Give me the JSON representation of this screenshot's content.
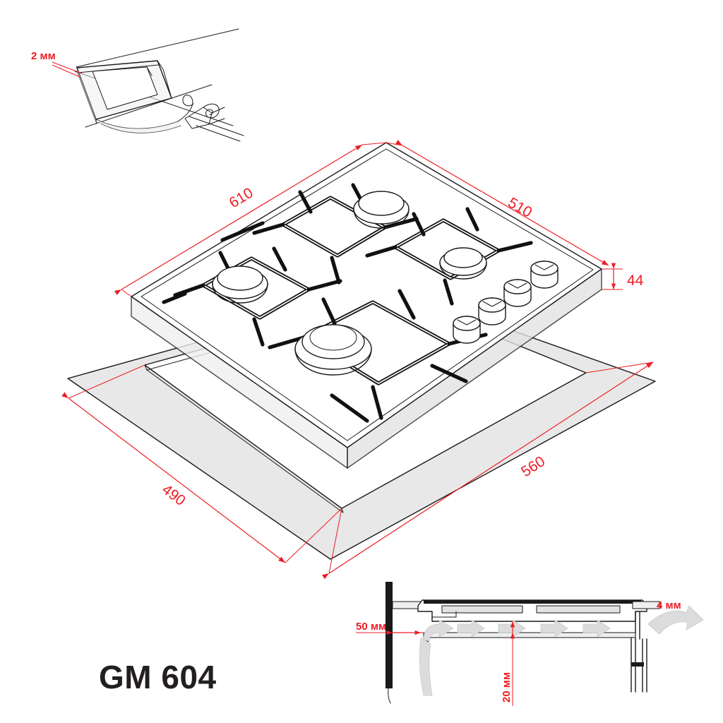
{
  "document": {
    "type": "technical-installation-drawing",
    "product_model": "GM 604",
    "product_type": "4-burner gas cooktop",
    "units": "mm",
    "background_color": "#ffffff",
    "dimension_color": "#ee1c24",
    "line_color": "#1a1a1a"
  },
  "model_label": {
    "text": "GM 604"
  },
  "detail_top_left": {
    "name": "edge-seal-detail",
    "dimension": "2 мм"
  },
  "main_view": {
    "name": "isometric-exploded-view",
    "dimensions": {
      "width_front": "610",
      "depth_side": "510",
      "height": "44",
      "cutout_depth": "490",
      "cutout_width": "560"
    },
    "burners": [
      {
        "name": "rear-left-burner",
        "size": "medium"
      },
      {
        "name": "rear-right-burner",
        "size": "small"
      },
      {
        "name": "front-left-burner",
        "size": "medium"
      },
      {
        "name": "front-right-burner",
        "size": "large-wok"
      }
    ],
    "knob_count": 4
  },
  "detail_bottom_right": {
    "name": "installation-cross-section",
    "dimensions": {
      "wall_clearance": "50 мм",
      "under_clearance": "20 мм",
      "front_overhang": "4 мм"
    },
    "airflow_arrow_count": 5
  },
  "dimension_labels": [
    {
      "id": "d610",
      "text": "610"
    },
    {
      "id": "d510",
      "text": "510"
    },
    {
      "id": "d44",
      "text": "44"
    },
    {
      "id": "d490",
      "text": "490"
    },
    {
      "id": "d560",
      "text": "560"
    },
    {
      "id": "d2mm",
      "text": "2 мм"
    },
    {
      "id": "d50mm",
      "text": "50 мм"
    },
    {
      "id": "d20mm",
      "text": "20 мм"
    },
    {
      "id": "d4mm",
      "text": "4 мм"
    }
  ]
}
